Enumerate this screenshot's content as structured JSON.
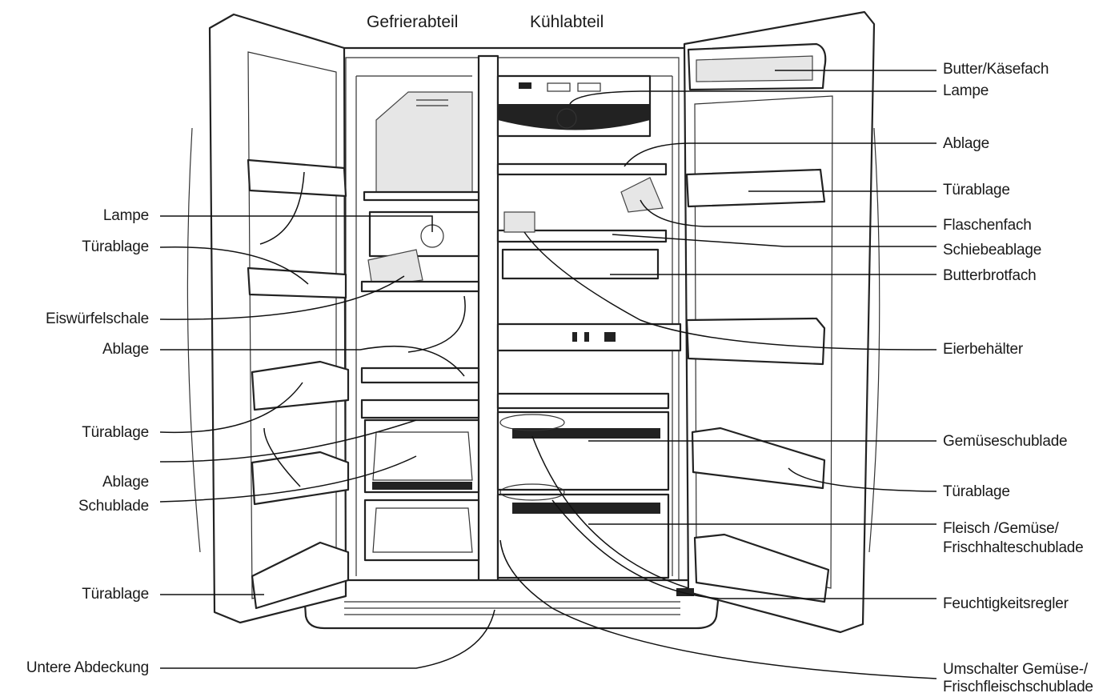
{
  "headers": {
    "freezer": "Gefrierabteil",
    "fridge": "Kühlabteil"
  },
  "labels_left": {
    "lampe": "Lampe",
    "tuerablage_1": "Türablage",
    "eiswuerfelschale": "Eiswürfelschale",
    "ablage_1": "Ablage",
    "tuerablage_2": "Türablage",
    "ablage_2": "Ablage",
    "schublade": "Schublade",
    "tuerablage_3": "Türablage",
    "untere_abdeckung": "Untere Abdeckung"
  },
  "labels_right": {
    "butter_kaesefach": "Butter/Käsefach",
    "lampe": "Lampe",
    "ablage": "Ablage",
    "tuerablage_1": "Türablage",
    "flaschenfach": "Flaschenfach",
    "schiebeablage": "Schiebeablage",
    "butterbrotfach": "Butterbrotfach",
    "eierbehaelter": "Eierbehälter",
    "gemueseschublade": "Gemüseschublade",
    "tuerablage_2": "Türablage",
    "fleisch_line1": "Fleisch /Gemüse/",
    "fleisch_line2": "Frischhalteschublade",
    "feuchtigkeitsregler": "Feuchtigkeitsregler",
    "umschalter_line1": "Umschalter Gemüse-/",
    "umschalter_line2": "Frischfleischschublade"
  }
}
